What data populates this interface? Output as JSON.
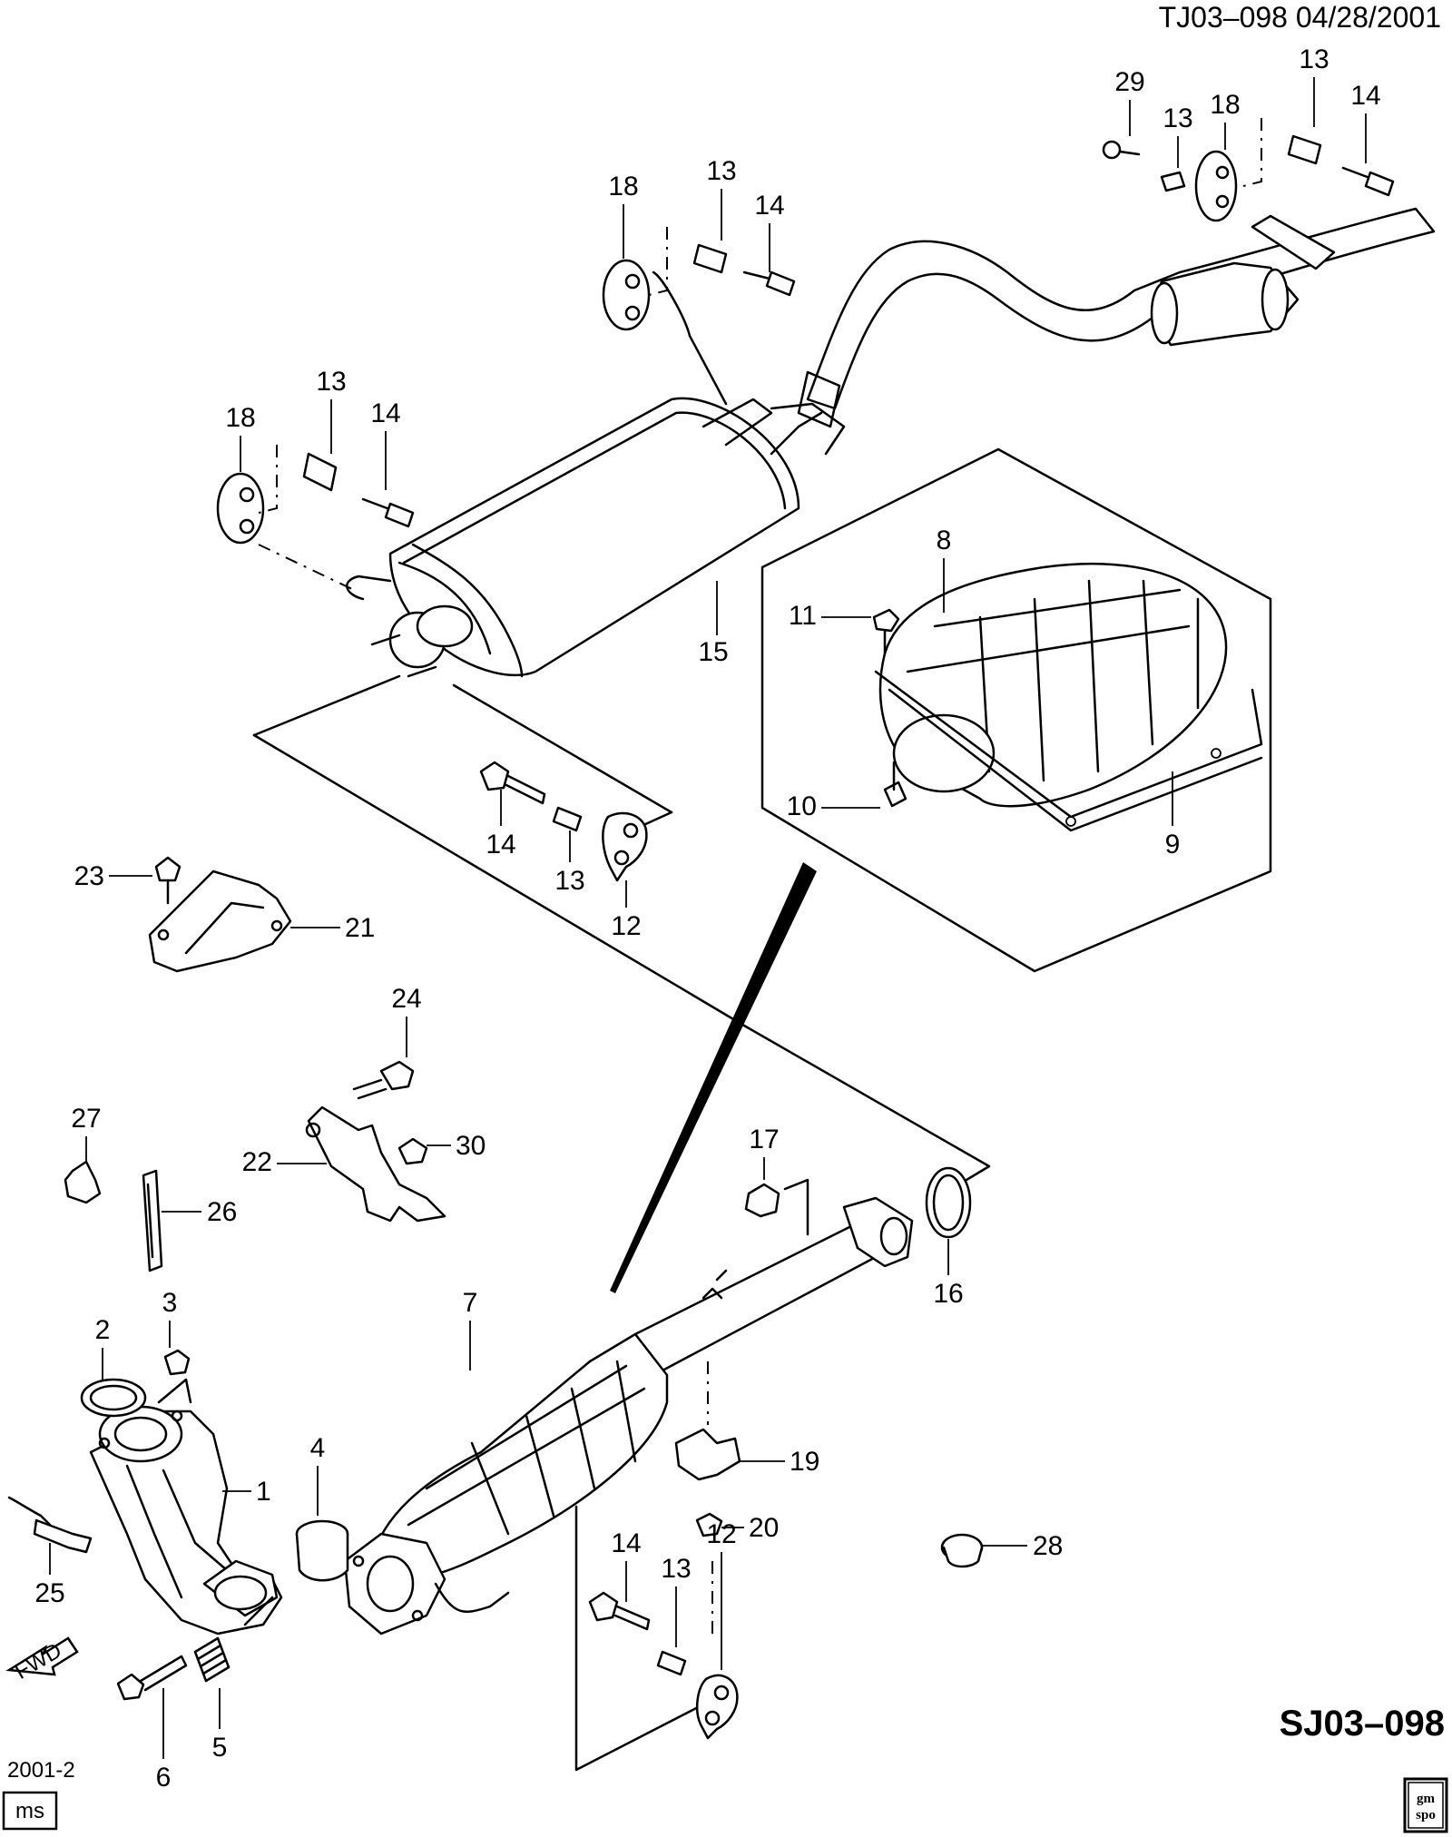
{
  "header": {
    "code_date": "TJ03–098  04/28/2001"
  },
  "footer": {
    "diagram_code": "SJ03–098",
    "revision": "2001-2",
    "box_label": "ms"
  },
  "fwd_label": "FWD",
  "logo": {
    "line1": "gm",
    "line2": "spo"
  },
  "callouts": [
    "1",
    "2",
    "3",
    "4",
    "5",
    "6",
    "7",
    "8",
    "9",
    "10",
    "11",
    "12",
    "13",
    "14",
    "15",
    "16",
    "17",
    "18",
    "19",
    "20",
    "21",
    "22",
    "23",
    "24",
    "25",
    "26",
    "27",
    "28",
    "29",
    "30"
  ],
  "labels": {
    "n29": "29",
    "n13a": "13",
    "n18a": "18",
    "n13b": "13",
    "n14a": "14",
    "n18b": "18",
    "n13c": "13",
    "n14b": "14",
    "n13d": "13",
    "n14c": "14",
    "n18c": "18",
    "n8": "8",
    "n11": "11",
    "n10": "10",
    "n9": "9",
    "n15": "15",
    "n14d": "14",
    "n13e": "13",
    "n12a": "12",
    "n23": "23",
    "n21": "21",
    "n24": "24",
    "n22": "22",
    "n30": "30",
    "n27": "27",
    "n26": "26",
    "n17": "17",
    "n16": "16",
    "n7": "7",
    "n2": "2",
    "n3": "3",
    "n1": "1",
    "n4": "4",
    "n19": "19",
    "n20": "20",
    "n28": "28",
    "n25": "25",
    "n14e": "14",
    "n13f": "13",
    "n12b": "12",
    "n6": "6",
    "n5": "5"
  }
}
